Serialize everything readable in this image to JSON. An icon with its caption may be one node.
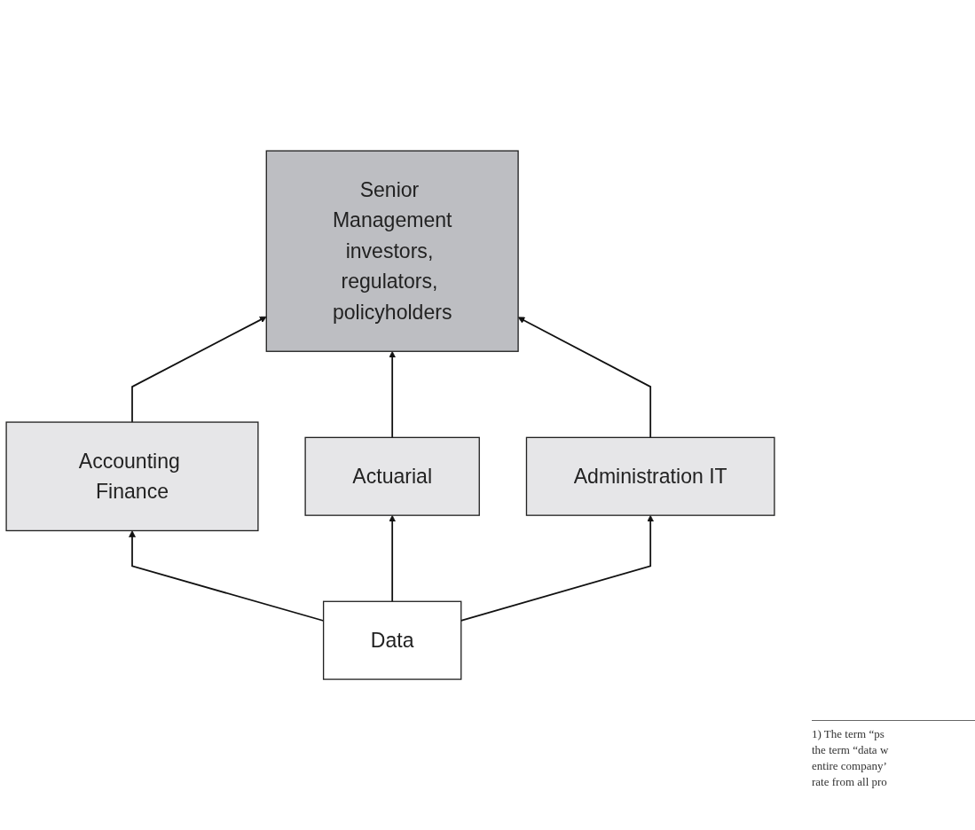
{
  "diagram": {
    "nodes": [
      {
        "text": [
          "Senior Management",
          "investors, regulators, policyholders"
        ]
      },
      {
        "text": [
          "Accounting Finance"
        ]
      },
      {
        "text": [
          "Actuarial"
        ]
      },
      {
        "text": [
          "Administration IT"
        ]
      },
      {
        "text": [
          "Data"
        ]
      }
    ],
    "edges": [
      {
        "from": 4,
        "to": 1,
        "arrow": "to"
      },
      {
        "from": 4,
        "to": 2,
        "arrow": "to"
      },
      {
        "from": 4,
        "to": 3,
        "arrow": "to"
      },
      {
        "from": 1,
        "to": 0,
        "arrow": "to"
      },
      {
        "from": 2,
        "to": 0,
        "arrow": "to"
      },
      {
        "from": 3,
        "to": 0,
        "arrow": "to"
      }
    ],
    "labels": [
      "1) The term “ps",
      "the term “data w",
      "entire company’",
      "rate from all pro"
    ]
  }
}
